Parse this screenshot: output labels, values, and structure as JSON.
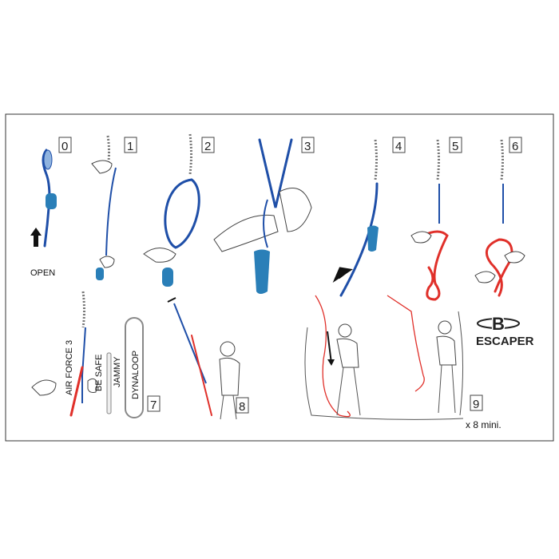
{
  "steps": [
    "0",
    "1",
    "2",
    "3",
    "4",
    "5",
    "6",
    "7",
    "8",
    "9"
  ],
  "labels": {
    "open": "OPEN",
    "air_force": "AIR FORCE 3",
    "be_safe": "BE SAFE",
    "jammy": "JAMMY",
    "dynaloop": "DYNALOOP",
    "brand": "ESCAPER",
    "brand_logo": "B",
    "repeat": "x 8 mini."
  },
  "colors": {
    "rope_blue": "#1f4fa8",
    "rope_red": "#e0302a",
    "frame": "#333333"
  }
}
